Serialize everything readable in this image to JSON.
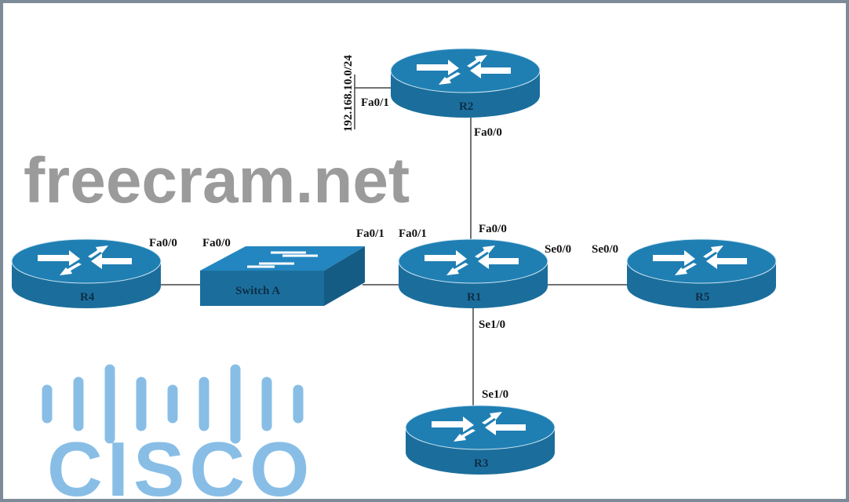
{
  "subnet": "192.168.10.0/24",
  "devices": {
    "r1": {
      "name": "R1"
    },
    "r2": {
      "name": "R2"
    },
    "r3": {
      "name": "R3"
    },
    "r4": {
      "name": "R4"
    },
    "r5": {
      "name": "R5"
    },
    "switch": {
      "name": "Switch A"
    }
  },
  "interfaces": {
    "r2_subnet": "Fa0/1",
    "r2_r1": "Fa0/0",
    "r4_sw": "Fa0/0",
    "sw_r4": "Fa0/0",
    "sw_r1": "Fa0/1",
    "r1_sw": "Fa0/1",
    "r1_r2": "Fa0/0",
    "r1_r5": "Se0/0",
    "r5_r1": "Se0/0",
    "r1_r3": "Se1/0",
    "r3_r1": "Se1/0"
  },
  "colors": {
    "device": "#1b6e9c",
    "device_top": "#1f7fb3",
    "watermark_logo": "#6aaee0"
  },
  "watermark": {
    "text": "freecram.net",
    "logo": "CISCO"
  }
}
